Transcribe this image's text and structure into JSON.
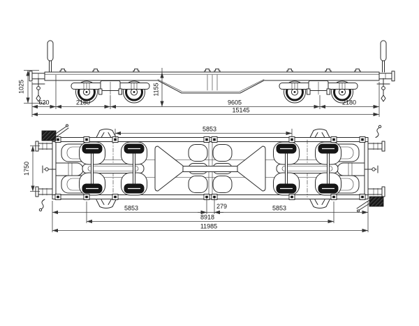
{
  "drawing": {
    "title": "container flat wagon general arrangement",
    "background": "#ffffff",
    "line_color": "#2b2b2b",
    "side_view": {
      "name": "side-elevation",
      "dims": {
        "d1025": "1025",
        "d1155": "1155",
        "d620": "620",
        "d2180_left": "2180",
        "d9605": "9605",
        "d15145": "15145",
        "d2180_right": "2180"
      }
    },
    "plan_view": {
      "name": "plan-view",
      "dims": {
        "d1750": "1750",
        "d5853_top": "5853",
        "d5853_left": "5853",
        "d279": "279",
        "d5853_right": "5853",
        "d8918": "8918",
        "d11985": "11985"
      }
    }
  }
}
